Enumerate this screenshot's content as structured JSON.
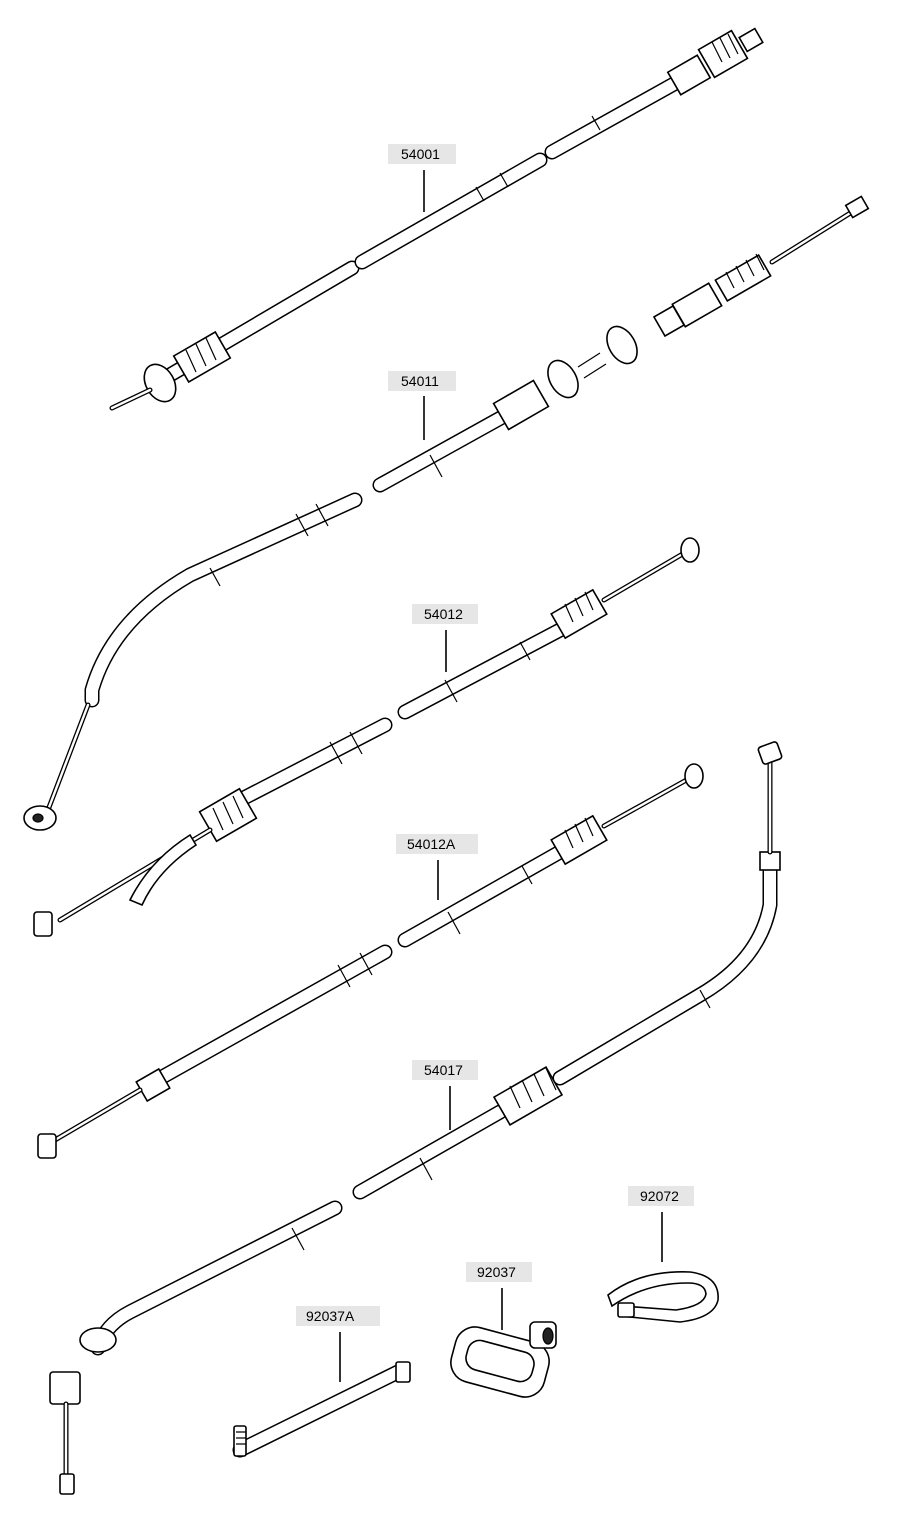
{
  "diagram": {
    "parts": [
      {
        "id": "54001",
        "label": "54001"
      },
      {
        "id": "54011",
        "label": "54011"
      },
      {
        "id": "54012",
        "label": "54012"
      },
      {
        "id": "54012A",
        "label": "54012A"
      },
      {
        "id": "54017",
        "label": "54017"
      },
      {
        "id": "92072",
        "label": "92072"
      },
      {
        "id": "92037",
        "label": "92037"
      },
      {
        "id": "92037A",
        "label": "92037A"
      }
    ]
  }
}
